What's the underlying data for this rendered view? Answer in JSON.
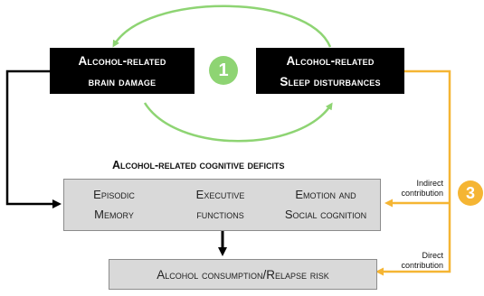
{
  "boxes": {
    "brain_damage": {
      "line1": "Alcohol-related",
      "line2": "brain damage"
    },
    "sleep": {
      "line1": "Alcohol-related",
      "line2": "Sleep disturbances"
    }
  },
  "cognitive": {
    "heading": "Alcohol-related cognitive deficits",
    "items": [
      {
        "line1": "Episodic",
        "line2": "Memory"
      },
      {
        "line1": "Executive",
        "line2": "functions"
      },
      {
        "line1": "Emotion and",
        "line2": "Social cognition"
      }
    ]
  },
  "outcome": {
    "label": "Alcohol consumption/Relapse risk"
  },
  "badges": {
    "one": "1",
    "three": "3"
  },
  "notes": {
    "indirect": {
      "line1": "Indirect",
      "line2": "contribution"
    },
    "direct": {
      "line1": "Direct",
      "line2": "contribution"
    }
  },
  "colors": {
    "green": "#8ed473",
    "orange": "#f5b533",
    "black": "#000000",
    "grey_box": "#d9d9d9"
  }
}
